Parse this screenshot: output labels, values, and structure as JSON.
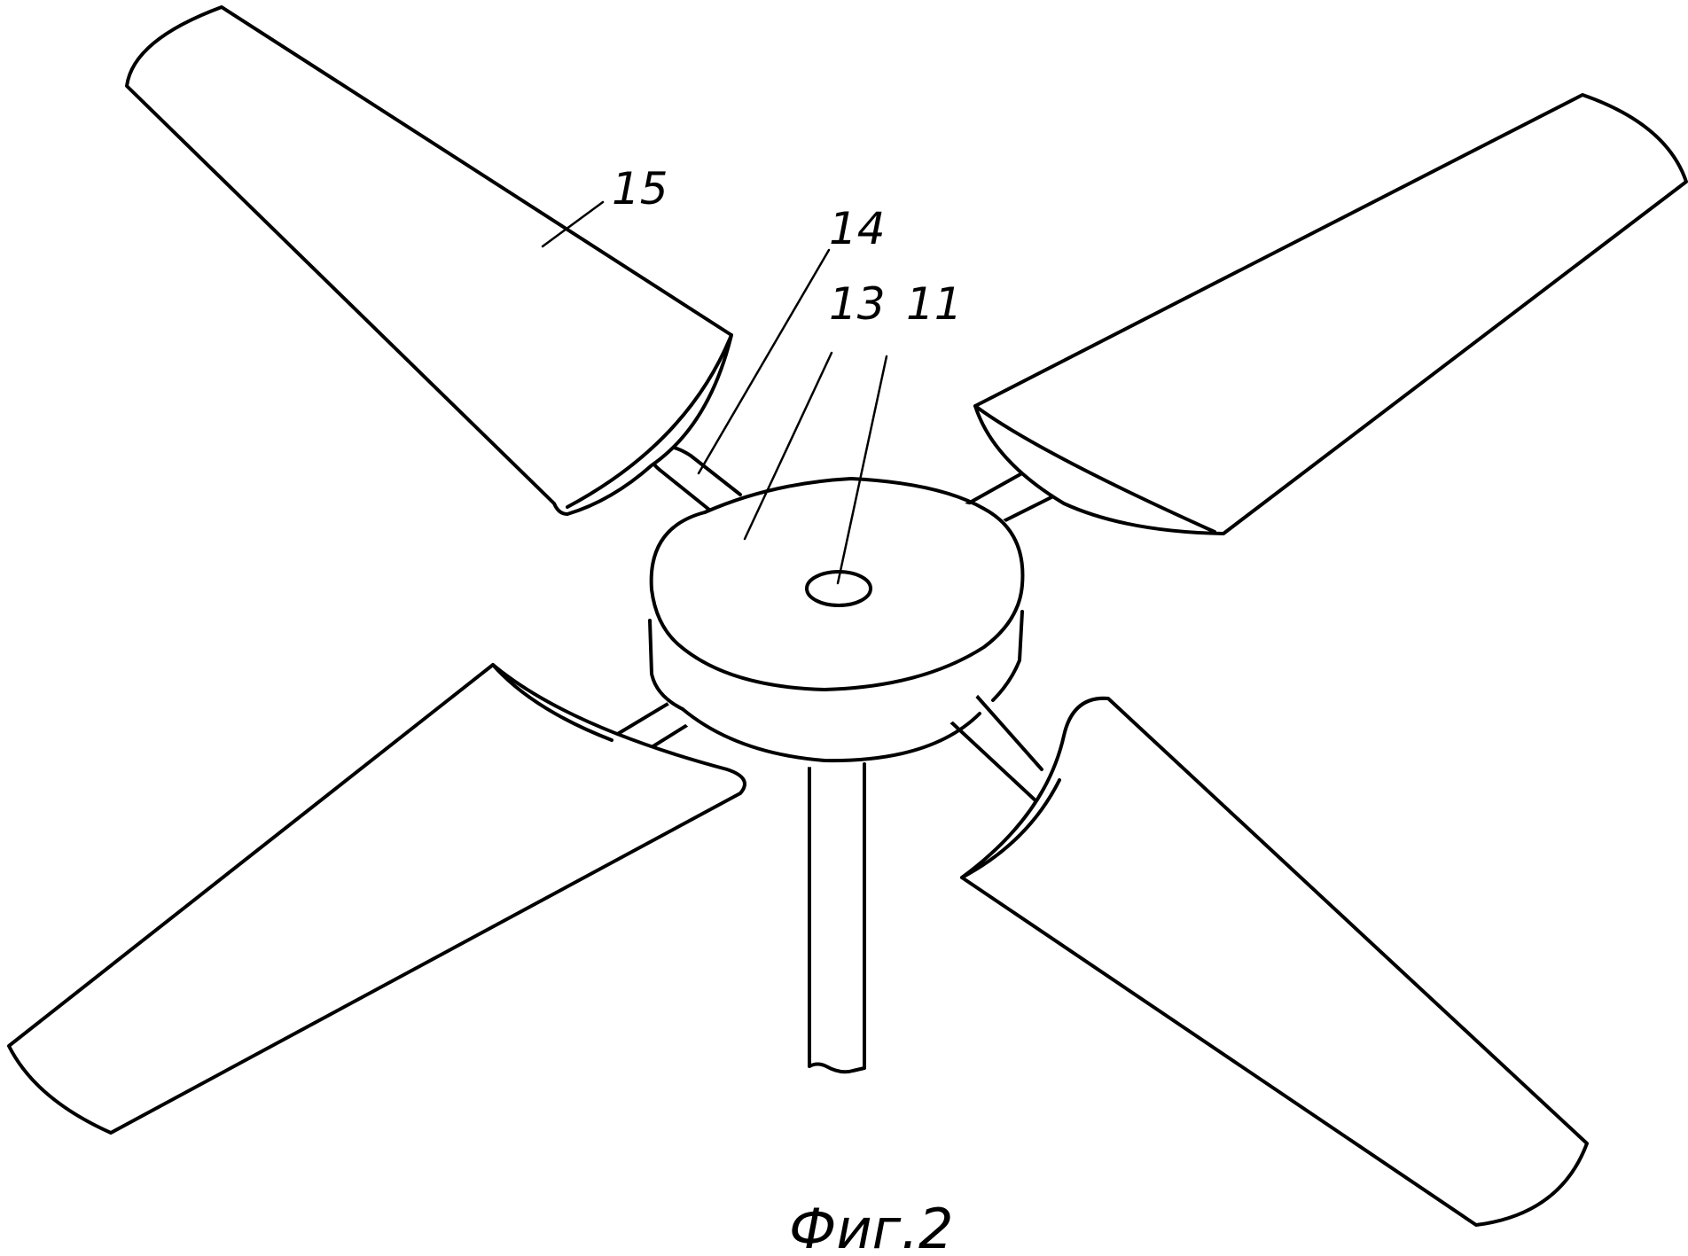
{
  "figure": {
    "caption": "Фиг.2",
    "labels": {
      "blade": "15",
      "arm": "14",
      "hub": "13",
      "axis": "11"
    }
  }
}
